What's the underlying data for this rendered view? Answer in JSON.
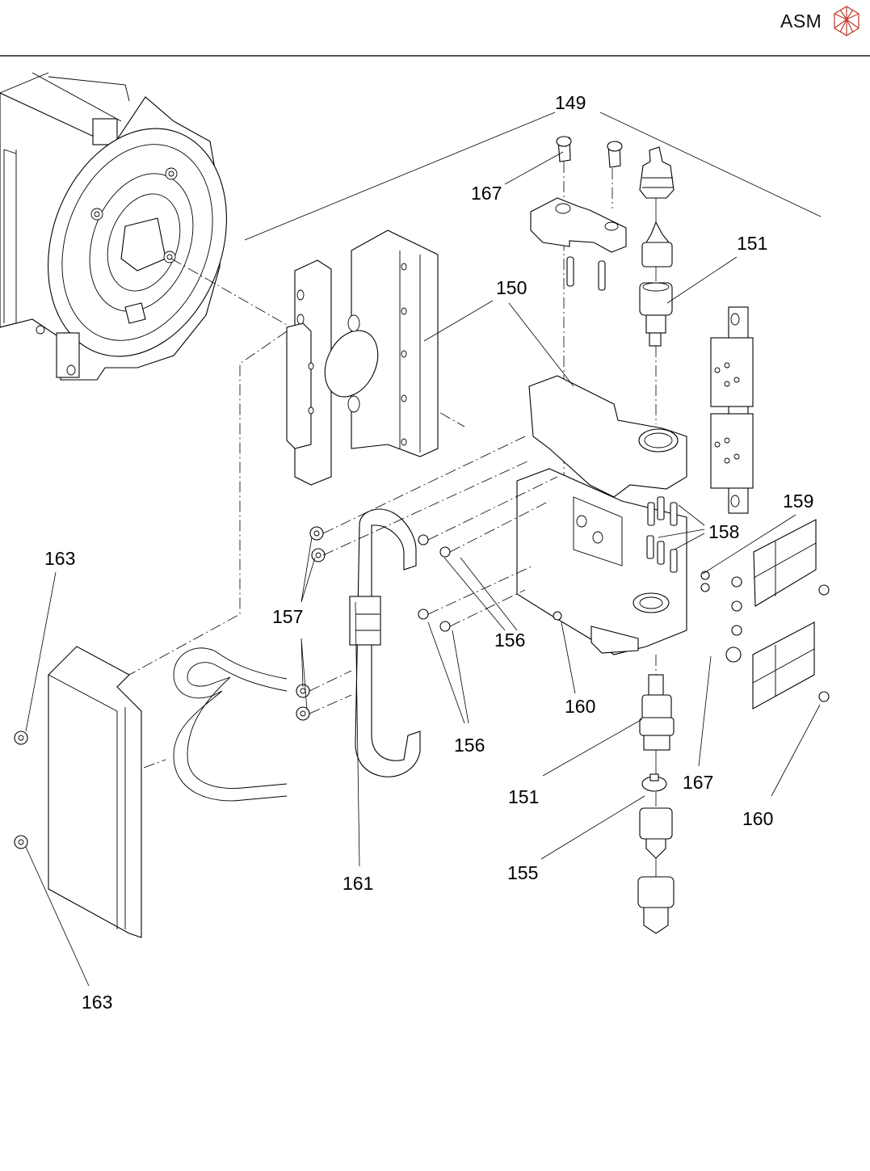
{
  "header": {
    "brand": "ASM",
    "logo_icon": "asm-icosahedron-logo",
    "logo_color": "#c0392b"
  },
  "diagram": {
    "type": "exploded-parts-view",
    "callouts": [
      {
        "id": "c149",
        "label": "149"
      },
      {
        "id": "c167a",
        "label": "167"
      },
      {
        "id": "c151a",
        "label": "151"
      },
      {
        "id": "c150",
        "label": "150"
      },
      {
        "id": "c159",
        "label": "159"
      },
      {
        "id": "c158",
        "label": "158"
      },
      {
        "id": "c163a",
        "label": "163"
      },
      {
        "id": "c157",
        "label": "157"
      },
      {
        "id": "c156a",
        "label": "156"
      },
      {
        "id": "c160a",
        "label": "160"
      },
      {
        "id": "c156b",
        "label": "156"
      },
      {
        "id": "c167b",
        "label": "167"
      },
      {
        "id": "c151b",
        "label": "151"
      },
      {
        "id": "c160b",
        "label": "160"
      },
      {
        "id": "c155",
        "label": "155"
      },
      {
        "id": "c161",
        "label": "161"
      },
      {
        "id": "c163b",
        "label": "163"
      }
    ]
  }
}
